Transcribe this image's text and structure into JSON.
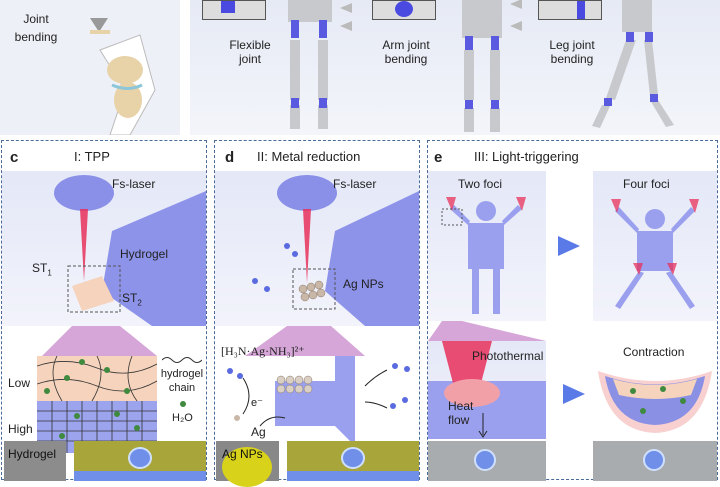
{
  "top": {
    "knee_label": "Joint\nbending",
    "robot_labels": [
      "Flexible joint",
      "Arm joint bending",
      "Leg joint bending"
    ]
  },
  "panel_c": {
    "letter": "c",
    "title": "I: TPP",
    "fs_laser": "Fs-laser",
    "hydrogel": "Hydrogel",
    "st1": "ST",
    "st1_sub": "1",
    "st2": "ST",
    "st2_sub": "2",
    "low": "Low",
    "high": "High",
    "legend_chain": "hydrogel chain",
    "legend_water": "H₂O",
    "sem_label": "Hydrogel"
  },
  "panel_d": {
    "letter": "d",
    "title": "II: Metal reduction",
    "fs_laser": "Fs-laser",
    "ag_nps": "Ag NPs",
    "complex": "[H₃N·Ag·NH₃]²⁺",
    "electron": "e⁻",
    "ag": "Ag",
    "sem_label": "Ag NPs"
  },
  "panel_e": {
    "letter": "e",
    "title": "III: Light-triggering",
    "two_foci": "Two foci",
    "four_foci": "Four foci",
    "photothermal": "Photothermal",
    "heat_flow": "Heat\nflow",
    "contraction": "Contraction"
  },
  "colors": {
    "robot_blue": "#7b83e8",
    "gel_orange": "#f6d3bc",
    "laser": "#e8305a",
    "sem_green": "#a8a63a"
  }
}
